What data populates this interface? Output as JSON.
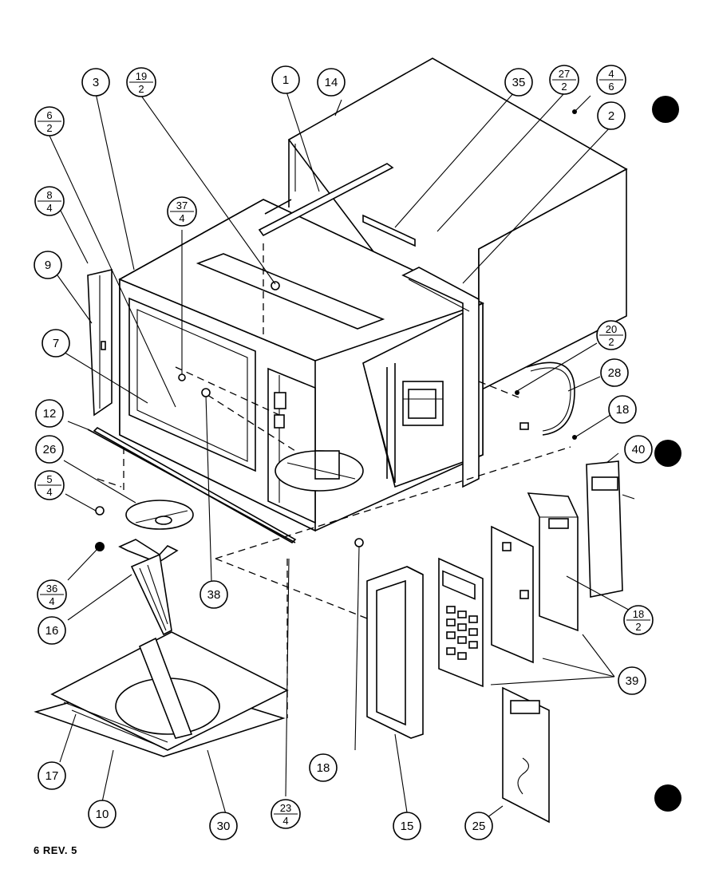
{
  "footer": {
    "text": "6 REV. 5"
  },
  "callouts": [
    {
      "id": "c1",
      "label": "1"
    },
    {
      "id": "c2",
      "label": "2"
    },
    {
      "id": "c3",
      "label": "3"
    },
    {
      "id": "c7",
      "label": "7"
    },
    {
      "id": "c9",
      "label": "9"
    },
    {
      "id": "c10",
      "label": "10"
    },
    {
      "id": "c12",
      "label": "12"
    },
    {
      "id": "c14",
      "label": "14"
    },
    {
      "id": "c15",
      "label": "15"
    },
    {
      "id": "c16",
      "label": "16"
    },
    {
      "id": "c17",
      "label": "17"
    },
    {
      "id": "c18a",
      "label": "18"
    },
    {
      "id": "c18b",
      "label": "18"
    },
    {
      "id": "c25",
      "label": "25"
    },
    {
      "id": "c26",
      "label": "26"
    },
    {
      "id": "c28",
      "label": "28"
    },
    {
      "id": "c30",
      "label": "30"
    },
    {
      "id": "c35",
      "label": "35"
    },
    {
      "id": "c38",
      "label": "38"
    },
    {
      "id": "c39",
      "label": "39"
    },
    {
      "id": "c40",
      "label": "40"
    }
  ],
  "fractions": [
    {
      "id": "f6_2",
      "num": "6",
      "den": "2"
    },
    {
      "id": "f8_4",
      "num": "8",
      "den": "4"
    },
    {
      "id": "f19_2",
      "num": "19",
      "den": "2"
    },
    {
      "id": "f37_4",
      "num": "37",
      "den": "4"
    },
    {
      "id": "f27_2",
      "num": "27",
      "den": "2"
    },
    {
      "id": "f4_6",
      "num": "4",
      "den": "6"
    },
    {
      "id": "f20_2",
      "num": "20",
      "den": "2"
    },
    {
      "id": "f5_4",
      "num": "5",
      "den": "4"
    },
    {
      "id": "f36_4",
      "num": "36",
      "den": "4"
    },
    {
      "id": "f18_2",
      "num": "18",
      "den": "2"
    },
    {
      "id": "f23_4",
      "num": "23",
      "den": "4"
    }
  ]
}
